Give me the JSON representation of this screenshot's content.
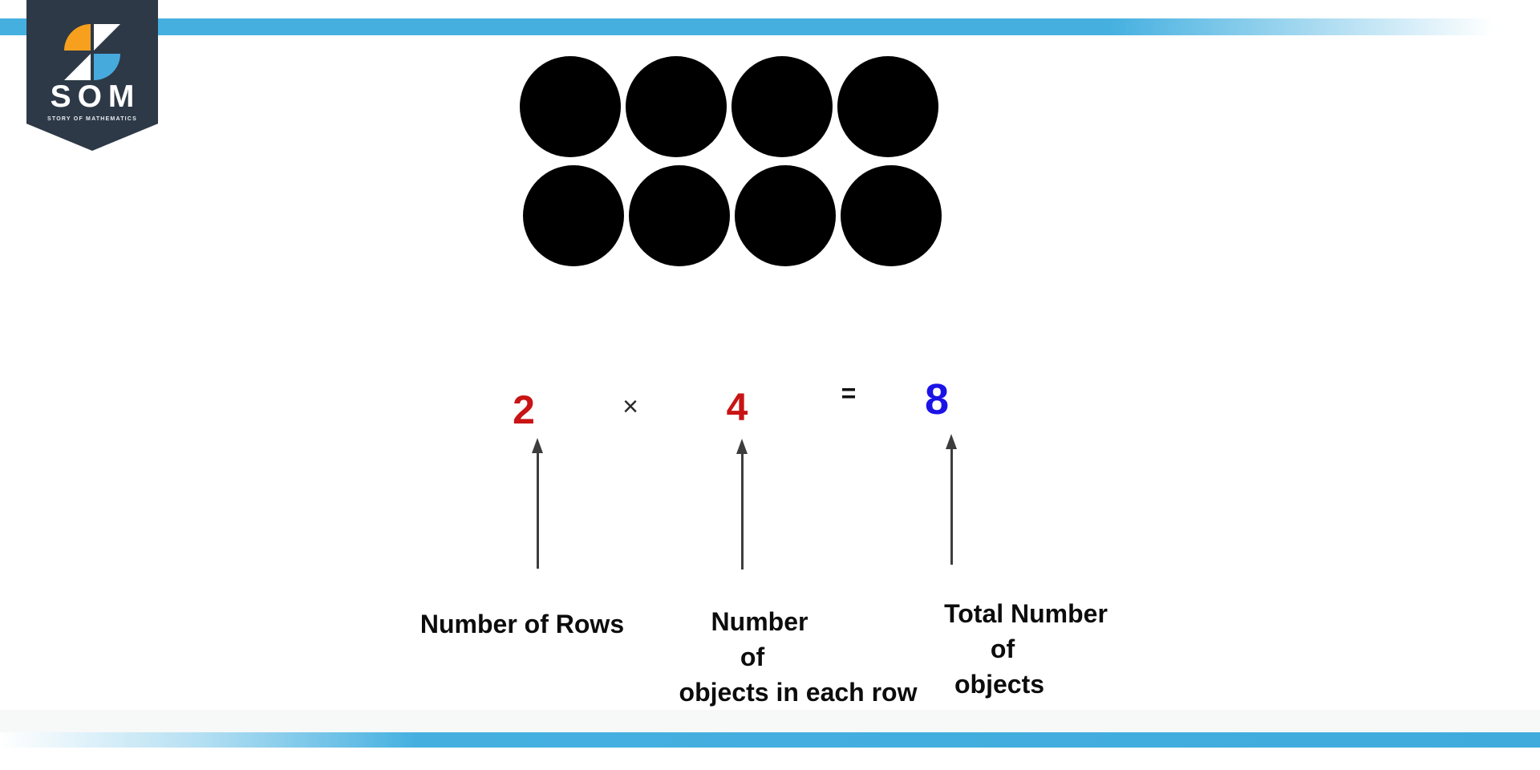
{
  "brand": {
    "name": "SOM",
    "tagline": "STORY OF MATHEMATICS"
  },
  "array_model": {
    "rows": 2,
    "columns": 4,
    "total_objects": 8
  },
  "equation": {
    "number_of_rows": "2",
    "times_sign": "×",
    "objects_per_row": "4",
    "equals_sign": "=",
    "total": "8"
  },
  "labels": {
    "rows_label": "Number of Rows",
    "per_row_label_lines": [
      "Number",
      "of",
      "objects in each row"
    ],
    "total_label_lines": [
      "Total Number",
      "of",
      "objects"
    ]
  },
  "colors": {
    "stripe_blue": "#45b0e0",
    "badge_navy": "#2d3947",
    "logo_orange": "#f6a01d",
    "logo_light_blue": "#47aadd",
    "factor_red": "#c81414",
    "product_blue": "#1b13e6",
    "object_black": "#000000",
    "arrow_gray": "#3d3d3d"
  }
}
